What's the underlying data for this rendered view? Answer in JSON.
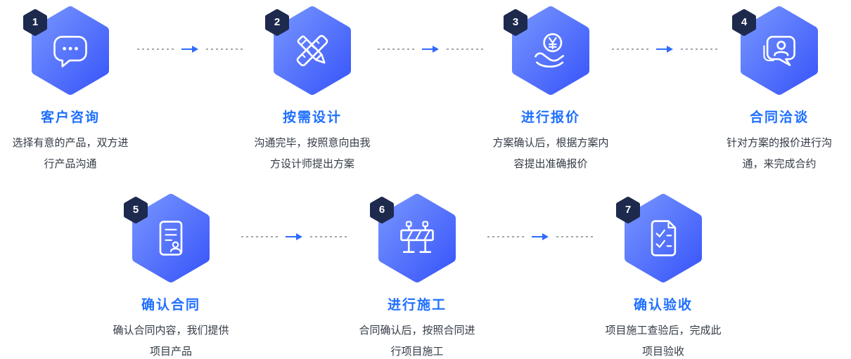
{
  "steps": [
    {
      "number": "1",
      "title": "客户咨询",
      "desc1": "选择有意的产品，双方进",
      "desc2": "行产品沟通",
      "icon": "chat-icon"
    },
    {
      "number": "2",
      "title": "按需设计",
      "desc1": "沟通完毕，按照意向由我",
      "desc2": "方设计师提出方案",
      "icon": "pencil-ruler-icon"
    },
    {
      "number": "3",
      "title": "进行报价",
      "desc1": "方案确认后，根据方案内",
      "desc2": "容提出准确报价",
      "icon": "coin-hand-icon"
    },
    {
      "number": "4",
      "title": "合同洽谈",
      "desc1": "针对方案的报价进行沟",
      "desc2": "通，来完成合约",
      "icon": "person-bubble-icon"
    },
    {
      "number": "5",
      "title": "确认合同",
      "desc1": "确认合同内容，我们提供",
      "desc2": "项目产品",
      "icon": "contract-document-icon"
    },
    {
      "number": "6",
      "title": "进行施工",
      "desc1": "合同确认后，按照合同进",
      "desc2": "行项目施工",
      "icon": "barrier-icon"
    },
    {
      "number": "7",
      "title": "确认验收",
      "desc1": "项目施工查验后，完成此",
      "desc2": "项目验收",
      "icon": "checklist-icon"
    }
  ],
  "colors": {
    "hex_gradient_start": "#7593FE",
    "hex_gradient_end": "#3A57FA",
    "badge_bg": "#1D2A4D",
    "title_text": "#1E6FFF",
    "desc_text": "#333B46",
    "dash": "#A0A6AE",
    "arrow": "#2F6BFF",
    "icon_stroke": "#FFFFFF",
    "background": "#FFFFFF"
  }
}
